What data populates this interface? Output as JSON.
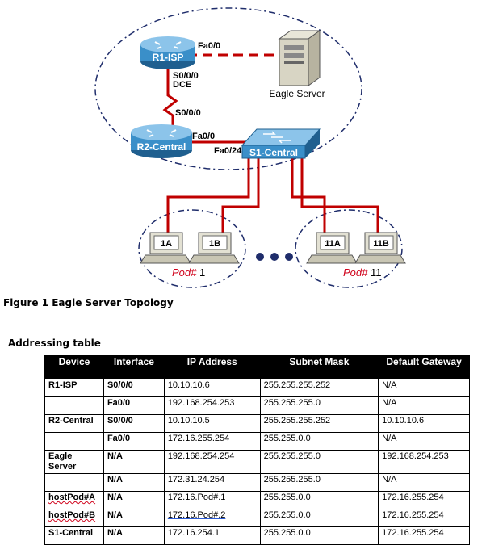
{
  "topology": {
    "r1": {
      "name": "R1-ISP",
      "fa_label": "Fa0/0",
      "serial_label": "S0/0/0",
      "dce_label": "DCE"
    },
    "r2": {
      "name": "R2-Central",
      "serial_label": "S0/0/0",
      "fa_label": "Fa0/0"
    },
    "switch": {
      "name": "S1-Central",
      "port_label": "Fa0/24"
    },
    "server": {
      "name": "Eagle Server"
    },
    "pods": [
      {
        "pcs": [
          "1A",
          "1B"
        ],
        "label_italic": "Pod#",
        "label_num": " 1"
      },
      {
        "pcs": [
          "11A",
          "11B"
        ],
        "label_italic": "Pod#",
        "label_num": " 11"
      }
    ],
    "colors": {
      "link": "#c00000",
      "dashed_link": "#c00000",
      "router": "#3a8fc9",
      "switch": "#3a8fc9"
    }
  },
  "figure_caption": "Figure 1 Eagle Server Topology",
  "table_title": "Addressing table",
  "table": {
    "headers": [
      "Device",
      "Interface",
      "IP Address",
      "Subnet Mask",
      "Default Gateway"
    ],
    "rows": [
      [
        "R1-ISP",
        "S0/0/0",
        "10.10.10.6",
        "255.255.255.252",
        "N/A"
      ],
      [
        "",
        "Fa0/0",
        "192.168.254.253",
        "255.255.255.0",
        "N/A"
      ],
      [
        "R2-Central",
        "S0/0/0",
        "10.10.10.5",
        "255.255.255.252",
        "10.10.10.6"
      ],
      [
        "",
        "Fa0/0",
        "172.16.255.254",
        "255.255.0.0",
        "N/A"
      ],
      [
        "Eagle Server",
        "N/A",
        "192.168.254.254",
        "255.255.255.0",
        "192.168.254.253"
      ],
      [
        "",
        "N/A",
        "172.31.24.254",
        "255.255.255.0",
        "N/A"
      ],
      [
        "hostPod#A",
        "N/A",
        "172.16.Pod#.1",
        "255.255.0.0",
        "172.16.255.254"
      ],
      [
        "hostPod#B",
        "N/A",
        "172.16.Pod#.2",
        "255.255.0.0",
        "172.16.255.254"
      ],
      [
        "S1-Central",
        "N/A",
        "172.16.254.1",
        "255.255.0.0",
        "172.16.255.254"
      ]
    ]
  }
}
